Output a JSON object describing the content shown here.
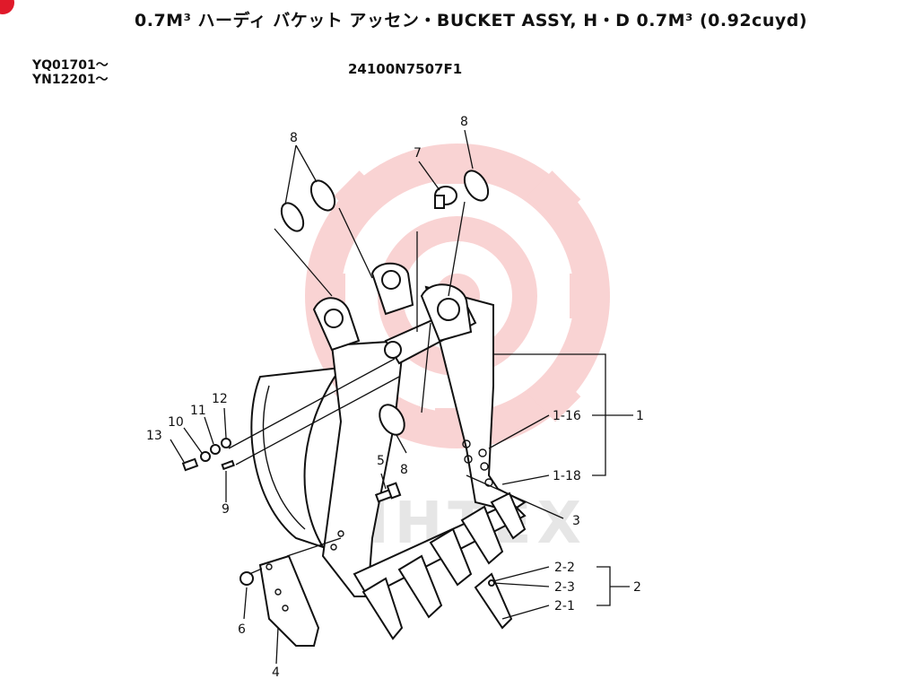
{
  "title": "0.7M³ ハーディ バケット アッセン・BUCKET ASSY, H・D 0.7M³ (0.92cuyd)",
  "serial_1": "YQ01701～",
  "serial_2": "YN12201～",
  "part_number": "24100N7507F1",
  "watermark_text": "MHTEX",
  "watermark_color": "#f4a8a8",
  "callouts": {
    "c1": "1",
    "c1_16": "1-16",
    "c1_18": "1-18",
    "c2": "2",
    "c2_1": "2-1",
    "c2_2": "2-2",
    "c2_3": "2-3",
    "c3": "3",
    "c4": "4",
    "c5": "5",
    "c6": "6",
    "c7": "7",
    "c8a": "8",
    "c8b": "8",
    "c8c": "8",
    "c9": "9",
    "c10": "10",
    "c11": "11",
    "c12": "12",
    "c13": "13"
  }
}
